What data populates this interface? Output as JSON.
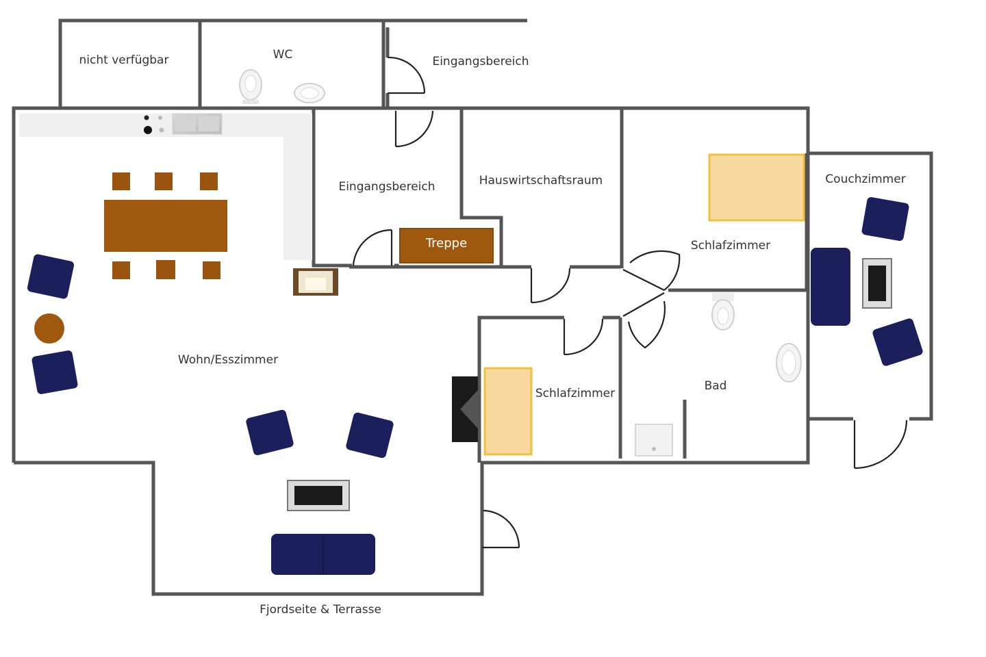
{
  "rooms": {
    "not_available": "nicht verfügbar",
    "wc": "WC",
    "entrance_top": "Eingangsbereich",
    "entrance_inner": "Eingangsbereich",
    "utility": "Hauswirtschaftsraum",
    "bedroom_large": "Schlafzimmer",
    "lounge": "Couchzimmer",
    "bedroom_small": "Schlafzimmer",
    "bathroom": "Bad",
    "living_dining": "Wohn/Esszimmer"
  },
  "features": {
    "stairs": "Treppe",
    "terrace": "Fjordseite & Terrasse"
  },
  "colors": {
    "sofa": "#1b1f5c",
    "wood": "#a0580f",
    "bed": "#f7d9a0",
    "bed_frame": "#f0c040",
    "counter": "#efefef",
    "wall": "#555555"
  }
}
